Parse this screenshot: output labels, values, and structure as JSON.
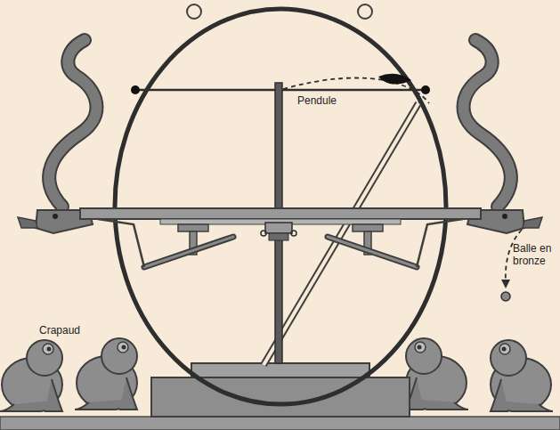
{
  "diagram": {
    "labels": [
      "Pendule",
      "Crapaud",
      "Balle en bronze"
    ]
  }
}
